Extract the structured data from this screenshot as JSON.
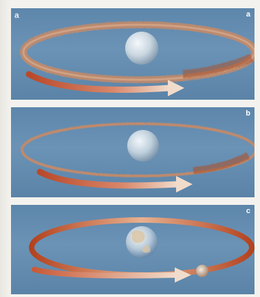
{
  "panels": [
    {
      "id": "a",
      "label": "a",
      "corner_mark": "a"
    },
    {
      "id": "b",
      "label": "b"
    },
    {
      "id": "c",
      "label": "c"
    }
  ],
  "colors": {
    "background": "#6b93b6",
    "ring_dust": "#c5835e",
    "arrow": "#e8c6a8",
    "arrow_dark": "#b9492a",
    "planet": "#dfe7ee",
    "moon": "#d9c7b3"
  },
  "icons": [
    "planet-icon",
    "moon-icon",
    "direction-arrow-icon",
    "debris-ring-icon"
  ]
}
